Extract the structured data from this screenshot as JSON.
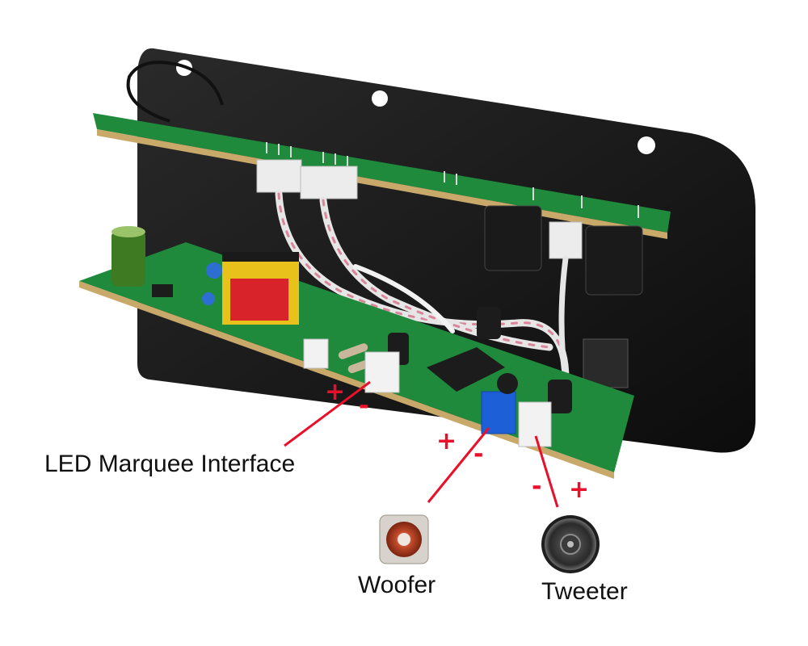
{
  "labels": {
    "led": "LED Marquee Interface",
    "woofer": "Woofer",
    "tweeter": "Tweeter"
  },
  "polarity": {
    "led_plus": "+",
    "led_minus": "-",
    "woofer_plus": "+",
    "woofer_minus": "-",
    "tweeter_minus": "-",
    "tweeter_plus": "+"
  },
  "colors": {
    "pointer": "#e8102a",
    "panel": "#141414",
    "pcb": "#1f8a3c",
    "connector_blue": "#1d5fd6",
    "connector_white": "#f2f2f2",
    "transformer_red": "#d9232a",
    "transformer_yellow": "#e8c21a"
  },
  "icons": [
    "woofer-speaker-icon",
    "tweeter-speaker-icon"
  ]
}
